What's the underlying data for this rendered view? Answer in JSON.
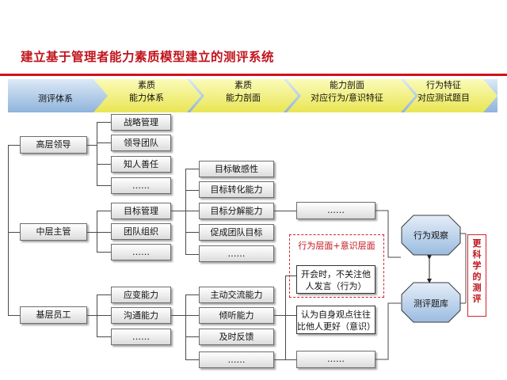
{
  "title": "建立基于管理者能力素质模型建立的测评系统",
  "stages": [
    {
      "line1": "",
      "line2": "测评体系"
    },
    {
      "line1": "素质",
      "line2": "能力体系"
    },
    {
      "line1": "素质",
      "line2": "能力剖面"
    },
    {
      "line1": "能力剖面",
      "line2": "对应行为/意识特征"
    },
    {
      "line1": "行为特征",
      "line2": "对应测试题目"
    }
  ],
  "levels": {
    "senior": "高层领导",
    "middle": "中层主管",
    "base": "基层员工"
  },
  "senior_skills": [
    "战略管理",
    "领导团队",
    "知人善任",
    "……"
  ],
  "middle_skills": [
    "目标管理",
    "团队组织",
    "……"
  ],
  "base_skills": [
    "应变能力",
    "沟通能力",
    "……"
  ],
  "profile_goal": [
    "目标敏感性",
    "目标转化能力",
    "目标分解能力",
    "促成团队目标",
    "……"
  ],
  "profile_comm": [
    "主动交流能力",
    "倾听能力",
    "及时反馈",
    "……"
  ],
  "mid_ellipsis_top": "……",
  "mid_ellipsis_bottom": "……",
  "behavior_label": "行为层面+意识层面",
  "behavior_example": [
    "开会时，不关注他",
    "人发言（行为）"
  ],
  "awareness_example": [
    "认为自身观点往往",
    "比他人更好（意识）"
  ],
  "observe": "行为观察",
  "question_bank": "测评题库",
  "more_scientific": [
    "更",
    "科",
    "学",
    "的",
    "测",
    "评"
  ],
  "colors": {
    "accent": "#c0141c",
    "arrow_yellow": "#f2f07a",
    "arrow_blue": "#a9c7e4"
  }
}
